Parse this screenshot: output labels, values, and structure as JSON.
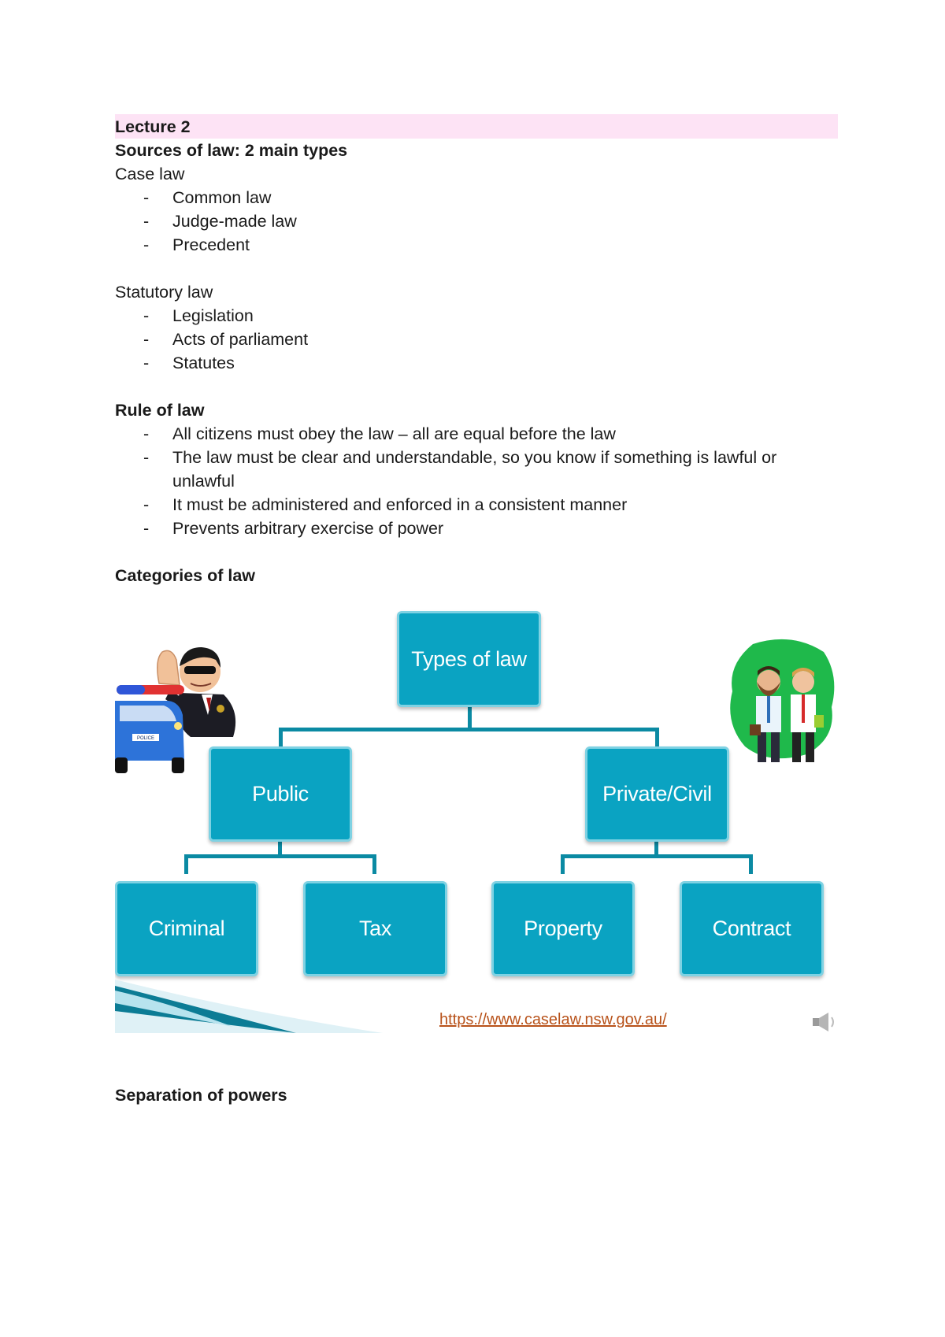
{
  "lecture_title": "Lecture 2",
  "sources_heading": "Sources of law: 2 main types",
  "case_law": {
    "label": "Case law",
    "items": [
      "Common law",
      "Judge-made law",
      "Precedent"
    ]
  },
  "statutory_law": {
    "label": "Statutory law",
    "items": [
      "Legislation",
      "Acts of parliament",
      "Statutes"
    ]
  },
  "rule_of_law": {
    "heading": "Rule of law",
    "items": [
      "All citizens must obey the law – all are equal before the law",
      "The law must be clear and understandable, so you know if something is lawful or unlawful",
      "It must be administered and enforced in a consistent manner",
      "Prevents arbitrary exercise of power"
    ]
  },
  "categories_heading": "Categories of law",
  "diagram": {
    "root": "Types of law",
    "level1": [
      "Public",
      "Private/Civil"
    ],
    "level2": [
      "Criminal",
      "Tax",
      "Property",
      "Contract"
    ],
    "police_label": "POLICE",
    "link": "https://www.caselaw.nsw.gov.au/",
    "colors": {
      "node_fill": "#0aa3c2",
      "node_border": "#7fd2e3",
      "connector": "#0b8aa3",
      "link": "#b8521a"
    }
  },
  "separation_heading": "Separation of powers",
  "bullet_char": "-",
  "colors": {
    "title_highlight": "#fde3f5"
  }
}
